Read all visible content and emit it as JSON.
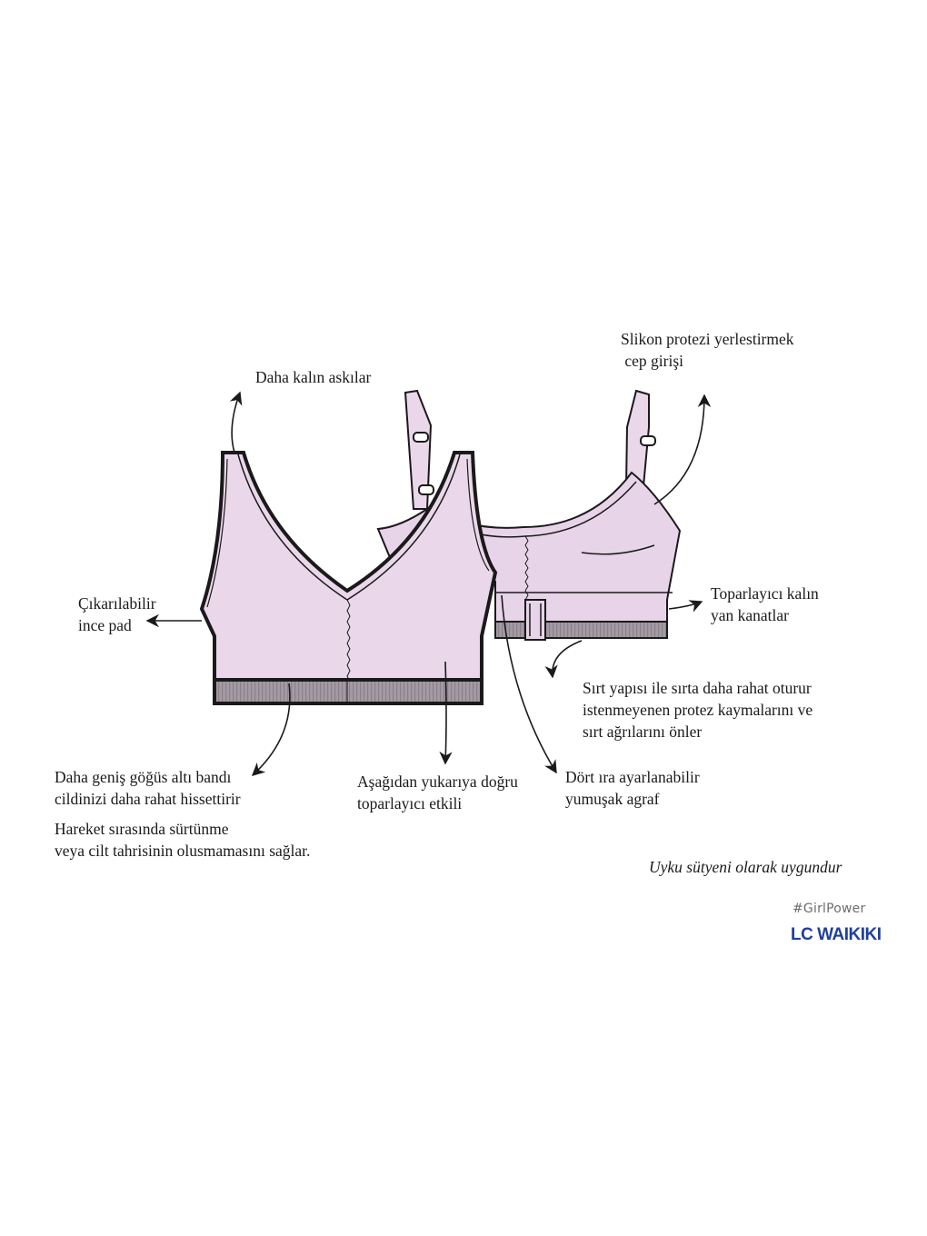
{
  "colors": {
    "fabric": "#ead8ea",
    "fabric_back": "#e8d4e8",
    "band": "#a39aa3",
    "outline": "#1a1a1a",
    "text": "#1a1a1a",
    "brand_blue": "#1f3f9b",
    "hashtag_gray": "#6d6d6d"
  },
  "labels": {
    "thicker_straps": "Daha kalın askılar",
    "removable_pad_1": "Çıkarılabilir",
    "removable_pad_2": "ince pad",
    "wide_band_1": "Daha geniş göğüs altı bandı",
    "wide_band_2": "cildinizi daha rahat hissettirir",
    "friction_1": "Hareket sırasında sürtünme",
    "friction_2": "veya cilt tahrisinin olusmamasını sağlar.",
    "bottom_up_1": "Aşağıdan yukarıya doğru",
    "bottom_up_2": "toparlayıcı etkili",
    "silicone_pocket_1": "Slikon protezi yerlestirmek",
    "silicone_pocket_2": " cep girişi",
    "side_wings_1": "Toparlayıcı kalın",
    "side_wings_2": "yan kanatlar",
    "back_structure_1": "Sırt yapısı ile sırta daha rahat oturur",
    "back_structure_2": "istenmeyenen protez kaymalarını ve",
    "back_structure_3": "sırt ağrılarını önler",
    "hook_1": "Dört ıra ayarlanabilir",
    "hook_2": "yumuşak agraf",
    "sleep_bra": "Uyku sütyeni olarak uygundur"
  },
  "brand": {
    "hashtag": "#GirlPower",
    "logo": "LC WAIKIKI"
  },
  "icons": [
    "arrow-icon"
  ]
}
